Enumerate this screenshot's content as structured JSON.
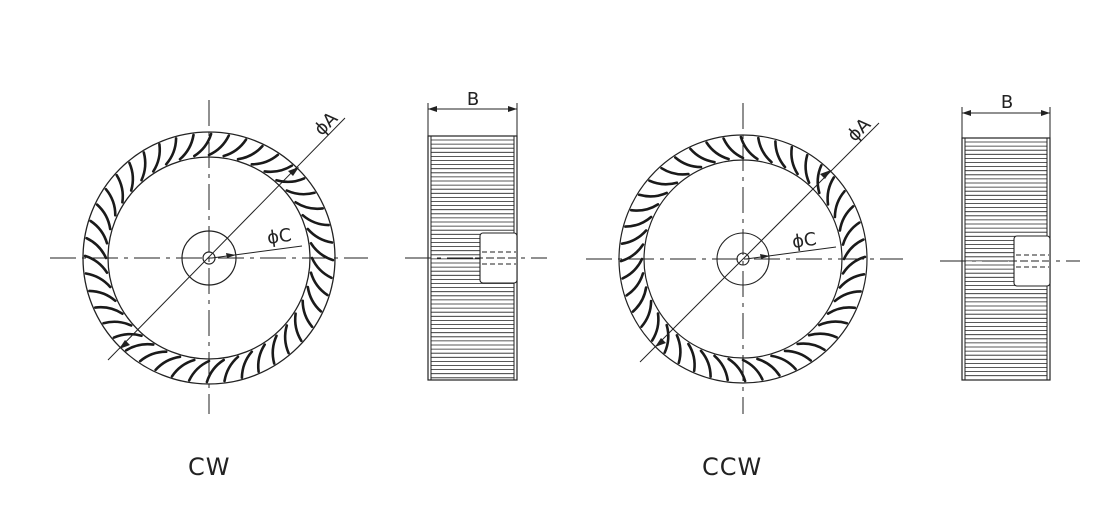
{
  "figures": [
    {
      "caption": "CW",
      "dim_outer": "ϕA",
      "dim_inner": "ϕC",
      "dim_width": "B",
      "blade_direction": "cw"
    },
    {
      "caption": "CCW",
      "dim_outer": "ϕA",
      "dim_inner": "ϕC",
      "dim_width": "B",
      "blade_direction": "ccw"
    }
  ],
  "colors": {
    "line": "#222222",
    "blade": "#1a1a1a"
  }
}
